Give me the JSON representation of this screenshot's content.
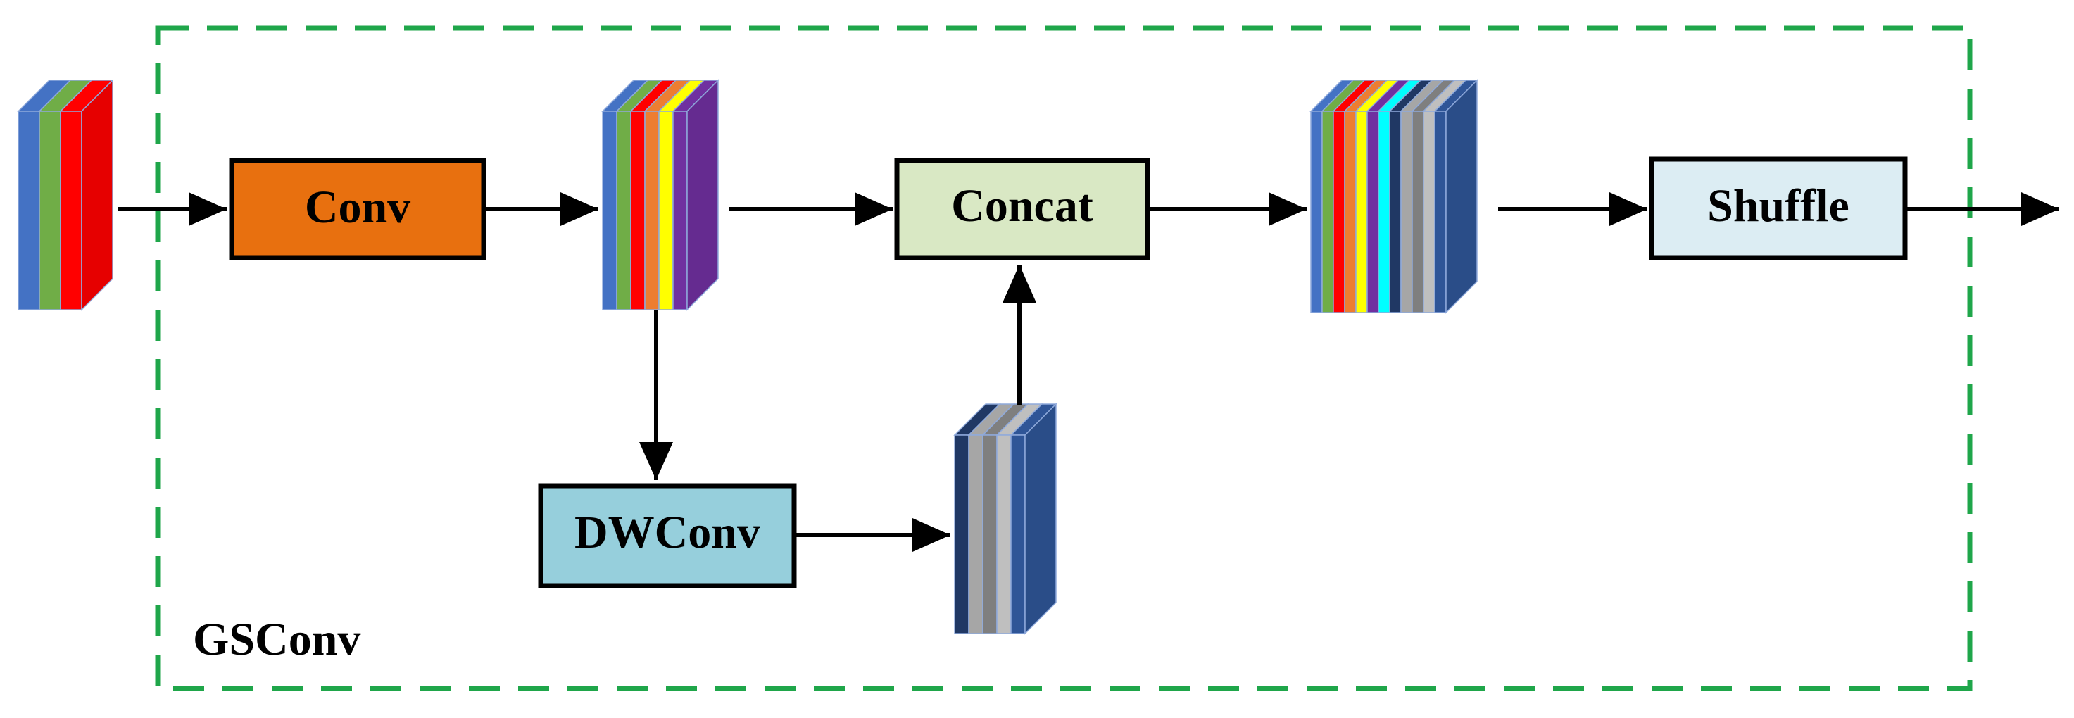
{
  "group": {
    "label": "GSConv",
    "border_color": "#1fa64a"
  },
  "blocks": {
    "conv": {
      "label": "Conv",
      "fill": "#e8700f"
    },
    "concat": {
      "label": "Concat",
      "fill": "#d9e8c4"
    },
    "shuffle": {
      "label": "Shuffle",
      "fill": "#dcedf3"
    },
    "dwconv": {
      "label": "DWConv",
      "fill": "#96cfdc"
    }
  },
  "feature_maps": {
    "input": {
      "layer_colors": [
        "#4472c4",
        "#70ad47",
        "#ff0000"
      ]
    },
    "conv_output": {
      "layer_colors": [
        "#4472c4",
        "#70ad47",
        "#ff0000",
        "#ed7d31",
        "#ffff00",
        "#7030a0"
      ]
    },
    "dwconv_output": {
      "layer_colors": [
        "#203864",
        "#a6a6a6",
        "#7f7f7f",
        "#bfbfbf",
        "#2f5597"
      ]
    },
    "concat_output": {
      "layer_colors": [
        "#4472c4",
        "#70ad47",
        "#ff0000",
        "#ed7d31",
        "#ffff00",
        "#7030a0",
        "#00ffff",
        "#203864",
        "#a6a6a6",
        "#7f7f7f",
        "#bfbfbf",
        "#2f5597"
      ]
    }
  }
}
